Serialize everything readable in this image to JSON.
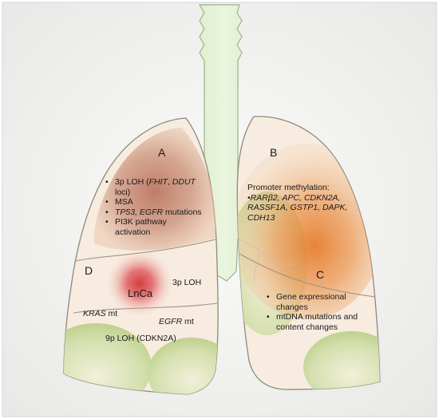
{
  "labels": {
    "A": "A",
    "B": "B",
    "C": "C",
    "D": "D"
  },
  "regionA": {
    "item1": {
      "prefix": "3p LOH (",
      "gene1": "FHIT",
      "sep": ", ",
      "gene2": "DDUT",
      "line2": "loci)"
    },
    "item2": "MSA",
    "item3": {
      "genes": "TP53, EGFR",
      "suffix": " mutations"
    },
    "item4": {
      "line1": "PI3K pathway",
      "line2": "activation"
    }
  },
  "regionB": {
    "title": "Promoter methylation:",
    "line1": "•RARβ2, APC, CDKN2A,",
    "line2": "RASSF1A, GSTP1, DAPK,",
    "line3": "CDH13"
  },
  "regionC": {
    "item1": {
      "line1": "Gene expressional",
      "line2": "changes"
    },
    "item2": {
      "line1": "mtDNA mutations and",
      "line2": "content changes"
    }
  },
  "regionD": {
    "lnca": "LnCa",
    "loh3p": "3p LOH",
    "kras_gene": "KRAS",
    "kras_suffix": " mt",
    "egfr_gene": "EGFR",
    "egfr_suffix": " mt",
    "loh9p": "9p LOH (CDKN2A)"
  },
  "colors": {
    "lung_fill": "#f7ecdf",
    "lung_stroke": "#8c8a7c",
    "trachea_fill": "#e2f0d2",
    "lobe_green": "#cfdca6",
    "spot_red": "#d84848",
    "spot_orange": "#e9873a",
    "spot_brown": "#c08068"
  }
}
